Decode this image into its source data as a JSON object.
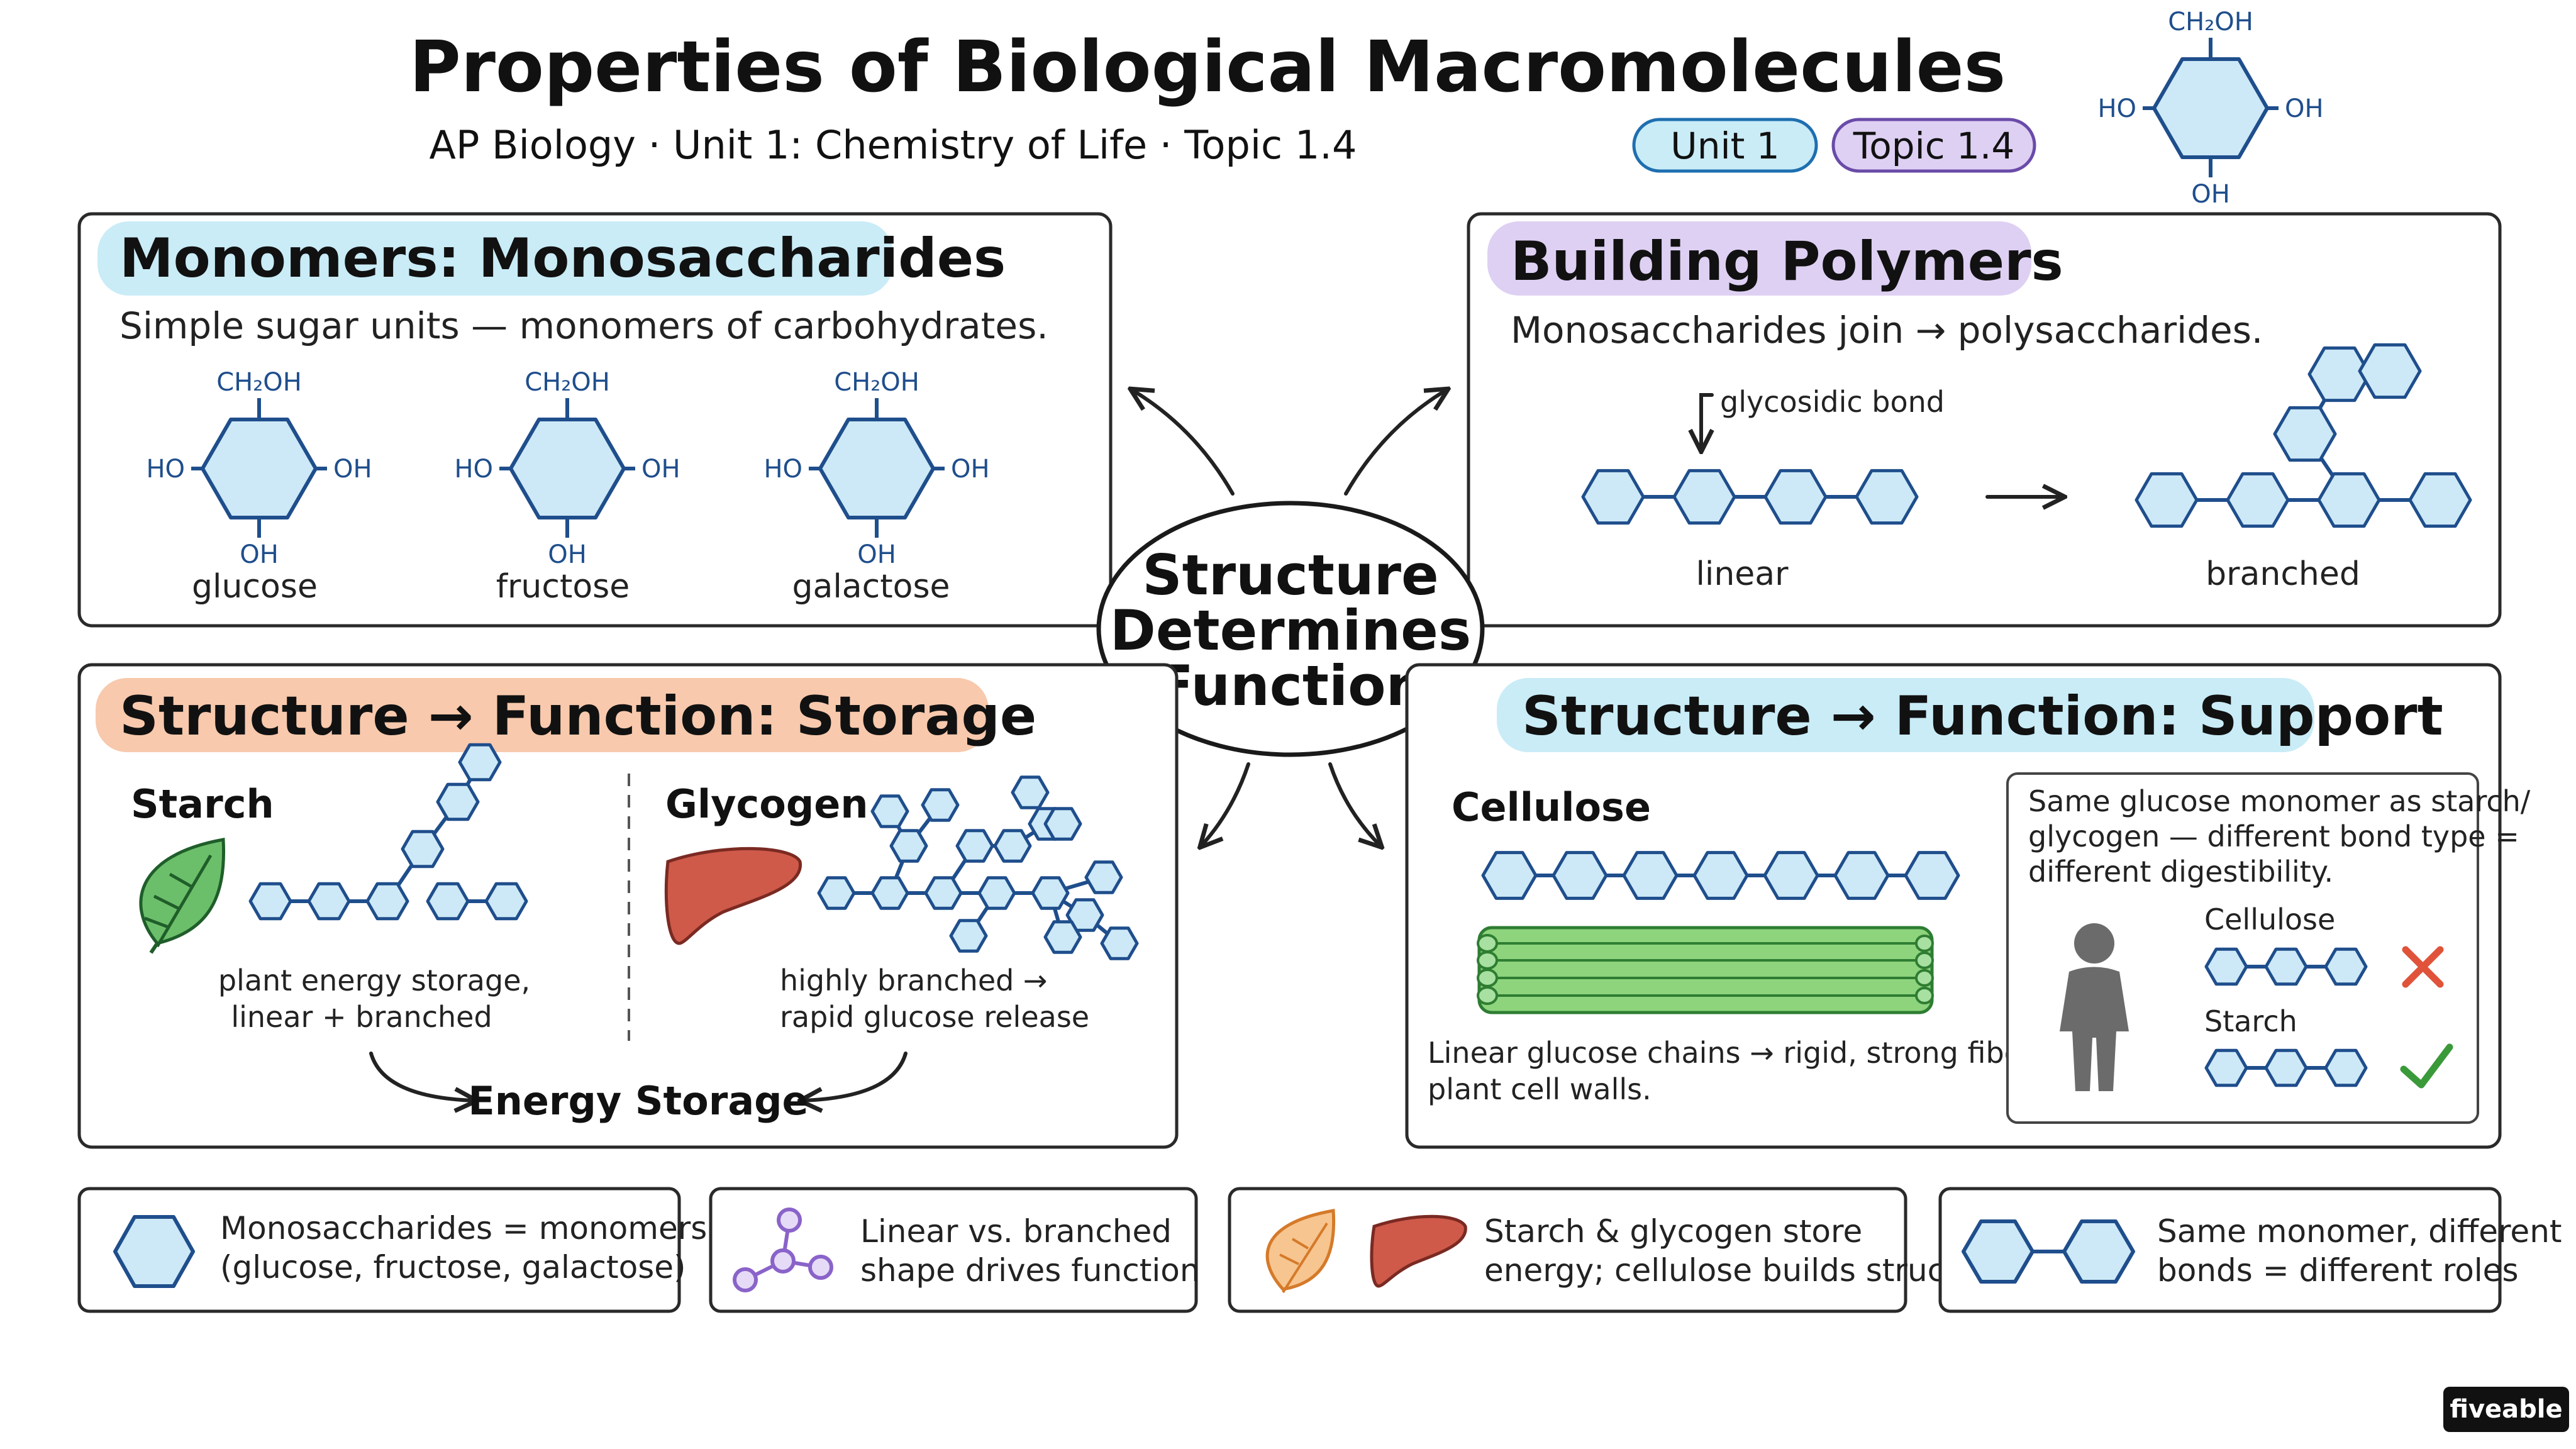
{
  "header": {
    "title": "Properties of Biological Macromolecules",
    "subtitle": "AP Biology · Unit 1: Chemistry of Life · Topic 1.4",
    "badges": [
      "Unit 1",
      "Topic 1.4"
    ],
    "corner_molecule": {
      "top": "CH₂OH",
      "left": "HO",
      "right": "OH",
      "bottom": "OH"
    }
  },
  "center": {
    "lines": [
      "Structure",
      "Determines",
      "Function"
    ]
  },
  "monomers": {
    "title": "Monomers: Monosaccharides",
    "desc": "Simple sugar units — monomers of carbohydrates.",
    "groups": {
      "top": "CH₂OH",
      "left": "HO",
      "right": "OH",
      "bottom": "OH"
    },
    "sugars": [
      "glucose",
      "fructose",
      "galactose"
    ]
  },
  "polymers": {
    "title": "Building Polymers",
    "desc": "Monosaccharides join → polysaccharides.",
    "bond_label": "glycosidic bond",
    "linear_label": "linear",
    "branched_label": "branched"
  },
  "storage": {
    "title": "Structure → Function: Storage",
    "starch_title": "Starch",
    "starch_desc": [
      "plant energy storage,",
      "linear + branched"
    ],
    "glycogen_title": "Glycogen",
    "glycogen_desc": [
      "highly branched →",
      "rapid glucose release"
    ],
    "result": "Energy Storage"
  },
  "support": {
    "title": "Structure → Function: Support",
    "cellulose_title": "Cellulose",
    "cellulose_desc": [
      "Linear glucose chains → rigid, strong fibers →",
      "plant cell walls."
    ],
    "note": [
      "Same glucose monomer as starch/",
      "glycogen — different bond type =",
      "different digestibility."
    ],
    "cellulose_label": "Cellulose",
    "starch_label": "Starch",
    "cellulose_digestible": false,
    "starch_digestible": true
  },
  "footer": [
    {
      "lines": [
        "Monosaccharides = monomers",
        "(glucose, fructose, galactose)"
      ]
    },
    {
      "lines": [
        "Linear vs. branched",
        "shape drives function"
      ]
    },
    {
      "lines": [
        "Starch & glycogen store",
        "energy; cellulose builds structure"
      ]
    },
    {
      "lines": [
        "Same monomer, different",
        "bonds = different roles"
      ]
    }
  ],
  "brand": "fiveable",
  "colors": {
    "hex_fill": "#cde9f7",
    "hex_stroke": "#1f4e8c",
    "blue_highlight": "#c9ecf7",
    "purple_highlight": "#ded0f3",
    "orange_highlight": "#f8c9ad",
    "cross": "#e0533a",
    "check": "#3a9a3a"
  }
}
